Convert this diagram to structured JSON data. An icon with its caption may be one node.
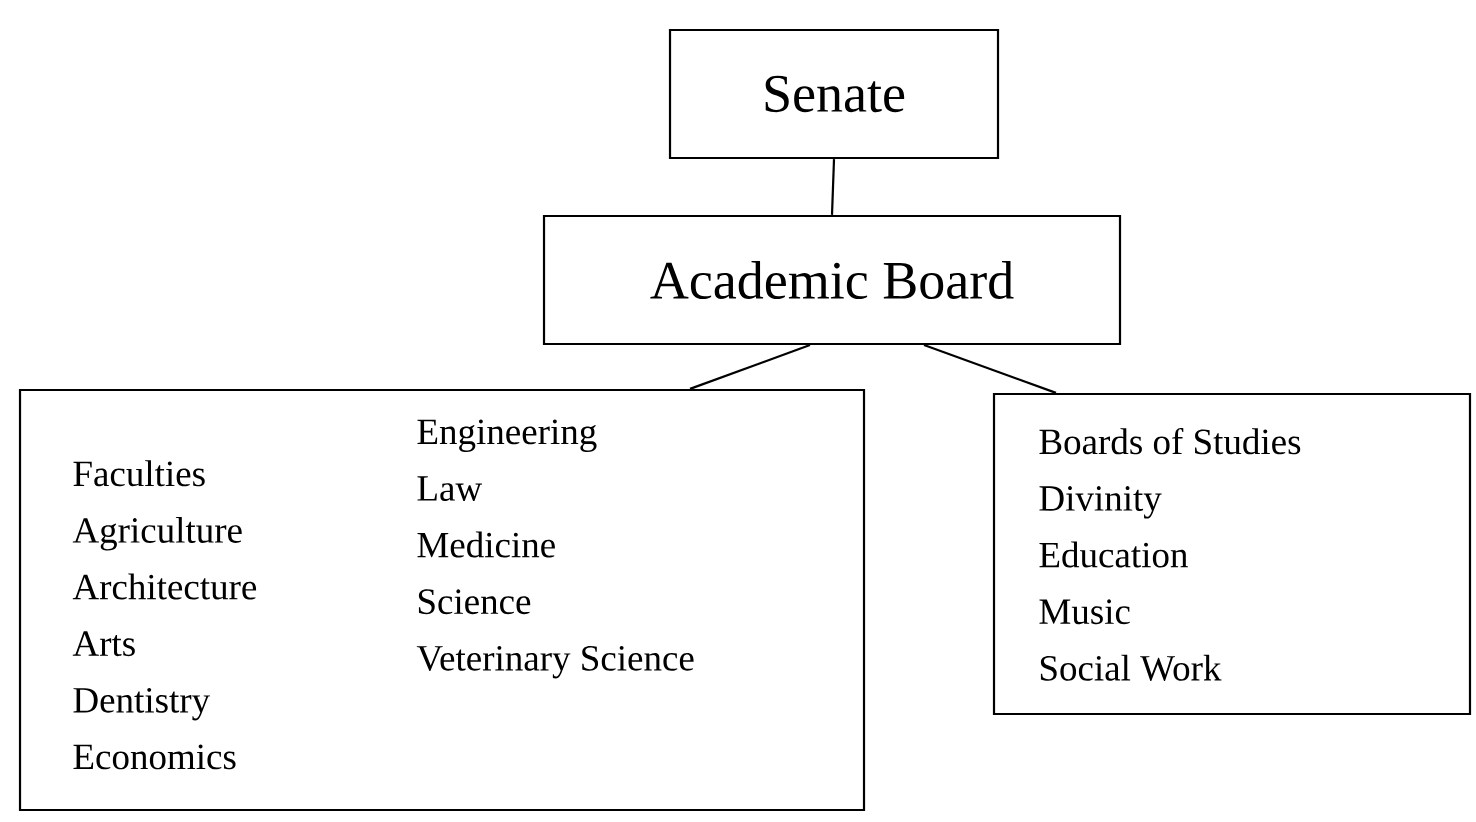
{
  "diagram": {
    "nodes": [
      {
        "text": [
          "Senate"
        ]
      },
      {
        "text": [
          "Academic Board"
        ]
      },
      {
        "text": [
          "Faculties",
          "Agriculture",
          "Architecture",
          "Arts",
          "Dentistry",
          "Economics",
          "Engineering",
          "Law",
          "Medicine",
          "Science",
          "Veterinary Science"
        ]
      },
      {
        "text": [
          "Boards of Studies",
          "Divinity",
          "Education",
          "Music",
          "Social Work"
        ]
      }
    ],
    "edges": [
      {
        "from": 0,
        "to": 1,
        "arrow": "none"
      },
      {
        "from": 1,
        "to": 2,
        "arrow": "none"
      },
      {
        "from": 1,
        "to": 3,
        "arrow": "none"
      }
    ]
  }
}
